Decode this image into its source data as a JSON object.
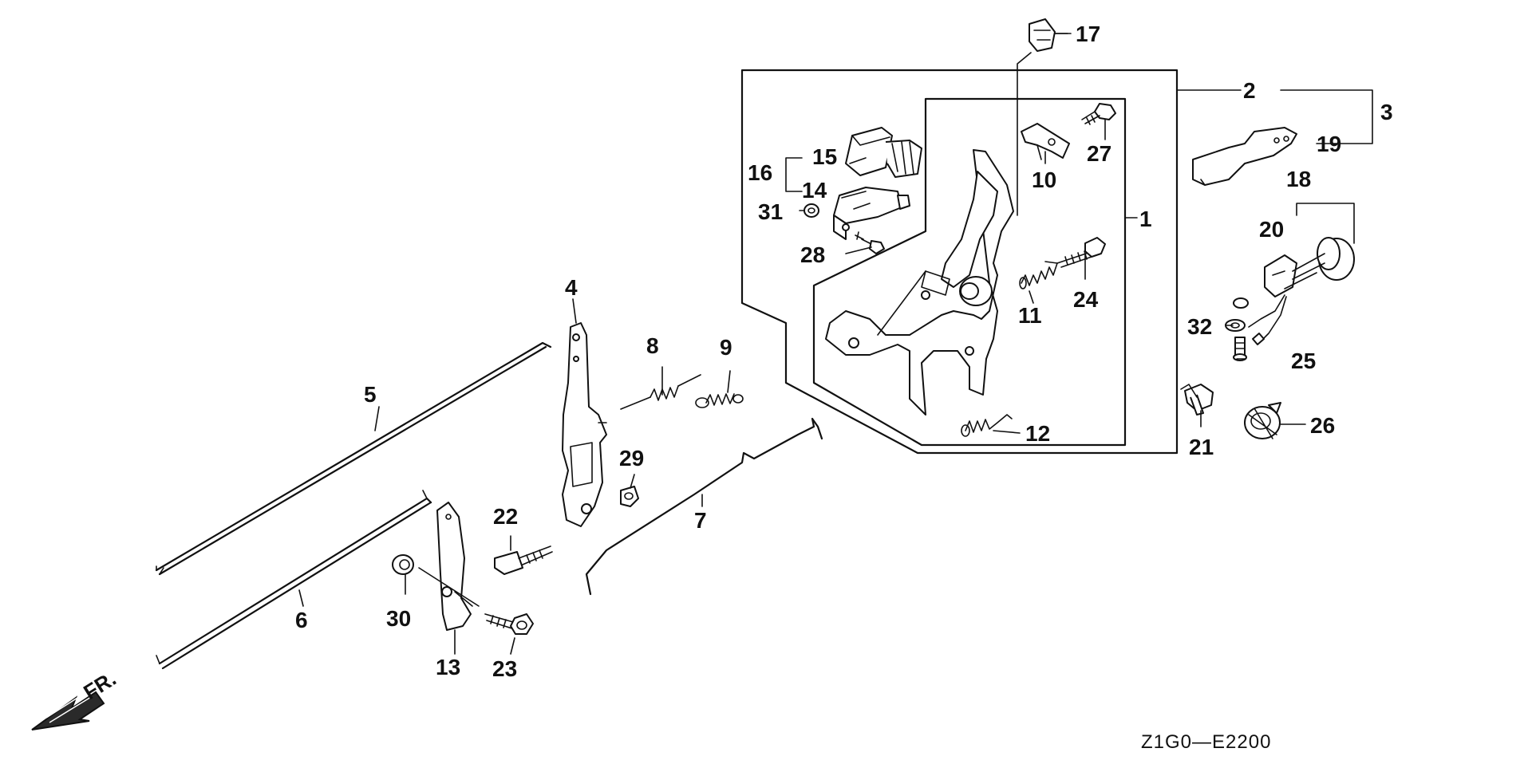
{
  "diagram": {
    "labels": {
      "p1": "1",
      "p2": "2",
      "p3": "3",
      "p4": "4",
      "p5": "5",
      "p6": "6",
      "p7": "7",
      "p8": "8",
      "p9": "9",
      "p10": "10",
      "p11": "11",
      "p12": "12",
      "p13": "13",
      "p14": "14",
      "p15": "15",
      "p16": "16",
      "p17": "17",
      "p18": "18",
      "p19": "19",
      "p20": "20",
      "p21": "21",
      "p22": "22",
      "p23": "23",
      "p24": "24",
      "p25": "25",
      "p26": "26",
      "p27": "27",
      "p28": "28",
      "p29": "29",
      "p30": "30",
      "p31": "31",
      "p32": "32"
    },
    "direction_label": "FR.",
    "diagram_code": "Z1G0—E2200"
  }
}
